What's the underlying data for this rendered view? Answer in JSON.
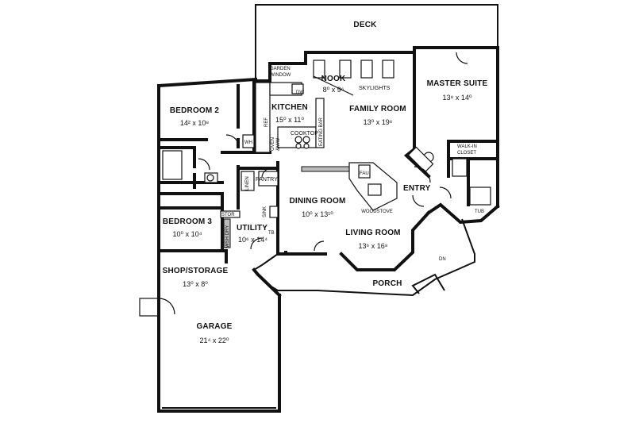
{
  "rooms": {
    "deck": {
      "name": "DECK"
    },
    "nook": {
      "name": "NOOK",
      "dim": "8⁰ x 9⁶"
    },
    "skylights": {
      "name": "SKYLIGHTS"
    },
    "garden_window": {
      "line1": "GARDEN",
      "line2": "WINDOW"
    },
    "master_suite": {
      "name": "MASTER SUITE",
      "dim": "13⁸ x 14⁰"
    },
    "bedroom2": {
      "name": "BEDROOM 2",
      "dim": "14² x 10⁸"
    },
    "kitchen": {
      "name": "KITCHEN",
      "dim": "15⁰ x 11⁰"
    },
    "family_room": {
      "name": "FAMILY ROOM",
      "dim": "13⁰ x 19⁶"
    },
    "cooktop": {
      "name": "COOKTOP"
    },
    "eating_bar": {
      "name": "EATING BAR"
    },
    "oven": {
      "line1": "OVEN",
      "line2": "&M/W"
    },
    "walk_in_closet": {
      "line1": "WALK-IN",
      "line2": "CLOSET"
    },
    "pantry": {
      "name": "PANTRY"
    },
    "linen": {
      "name": "LINEN"
    },
    "fau": {
      "name": "FAU"
    },
    "entry": {
      "name": "ENTRY"
    },
    "woodstove": {
      "name": "WOODSTOVE"
    },
    "dining_room": {
      "name": "DINING ROOM",
      "dim": "10⁰ x 13¹⁰"
    },
    "bedroom3": {
      "name": "BEDROOM 3",
      "dim": "10⁰ x 10⁴"
    },
    "stor": {
      "name": "STOR"
    },
    "utility": {
      "name": "UTILITY",
      "dim": "10⁶ x 14⁴"
    },
    "wsh_dry": {
      "name": "WSH DRY"
    },
    "sink": {
      "name": "SINK"
    },
    "tb": {
      "name": "TB"
    },
    "living_room": {
      "name": "LIVING ROOM",
      "dim": "13⁶ x 16⁸"
    },
    "tub": {
      "name": "TUB"
    },
    "dn": {
      "name": "DN"
    },
    "porch": {
      "name": "PORCH"
    },
    "shop_storage": {
      "name": "SHOP/STORAGE",
      "dim": "13⁰ x 8⁰"
    },
    "garage": {
      "name": "GARAGE",
      "dim": "21⁴ x 22⁰"
    }
  },
  "fixtures": {
    "dw": "DW",
    "ref": "REF",
    "wh": "WH"
  }
}
